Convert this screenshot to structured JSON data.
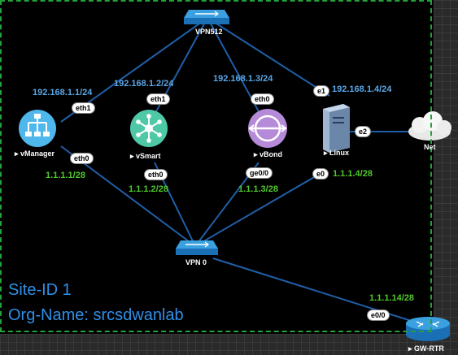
{
  "switches": {
    "vpn512": "VPN512",
    "vpn0": "VPN 0"
  },
  "nodes": {
    "vmanager": "▸ vManager",
    "vsmart": "▸ vSmart",
    "vbond": "▸ vBond",
    "linux": "▸ Linux",
    "net": "Net",
    "gw_rtr": "▸ GW-RTR"
  },
  "mgmt_ips": {
    "vmanager": "192.168.1.1/24",
    "vsmart": "192.168.1.2/24",
    "vbond": "192.168.1.3/24",
    "linux": "192.168.1.4/24"
  },
  "transport_ips": {
    "vmanager": "1.1.1.1/28",
    "vsmart": "1.1.1.2/28",
    "vbond": "1.1.1.3/28",
    "linux": "1.1.1.4/28",
    "gw_rtr": "1.1.1.14/28"
  },
  "interfaces": {
    "vmanager_mgmt": "eth1",
    "vmanager_vpn0": "eth0",
    "vsmart_mgmt": "eth1",
    "vsmart_vpn0": "eth0",
    "vbond_mgmt": "eth0",
    "vbond_vpn0": "ge0/0",
    "linux_mgmt": "e1",
    "linux_vpn0": "e0",
    "linux_net": "e2",
    "gw_rtr": "e0/0"
  },
  "site": {
    "site_id": "Site-ID 1",
    "org_name": "Org-Name: srcsdwanlab"
  },
  "colors": {
    "mgmt_ip": "#5aa7e8",
    "transport_ip": "#4fc82a",
    "site_text": "#2f8fe8",
    "site_border": "#23a23a",
    "link": "#1f5fa8"
  }
}
